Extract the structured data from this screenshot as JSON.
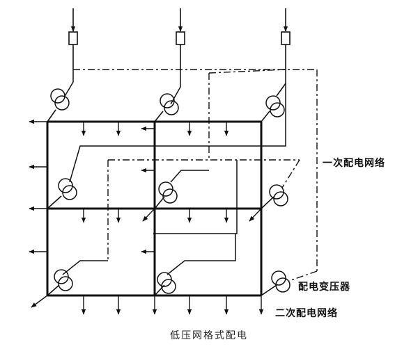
{
  "labels": {
    "primary_network": "一次配电网络",
    "transformer": "配电变压器",
    "secondary_network": "二次配电网络"
  },
  "caption": "低压网格式配电",
  "colors": {
    "ink": "#111111",
    "background": "#ffffff"
  }
}
